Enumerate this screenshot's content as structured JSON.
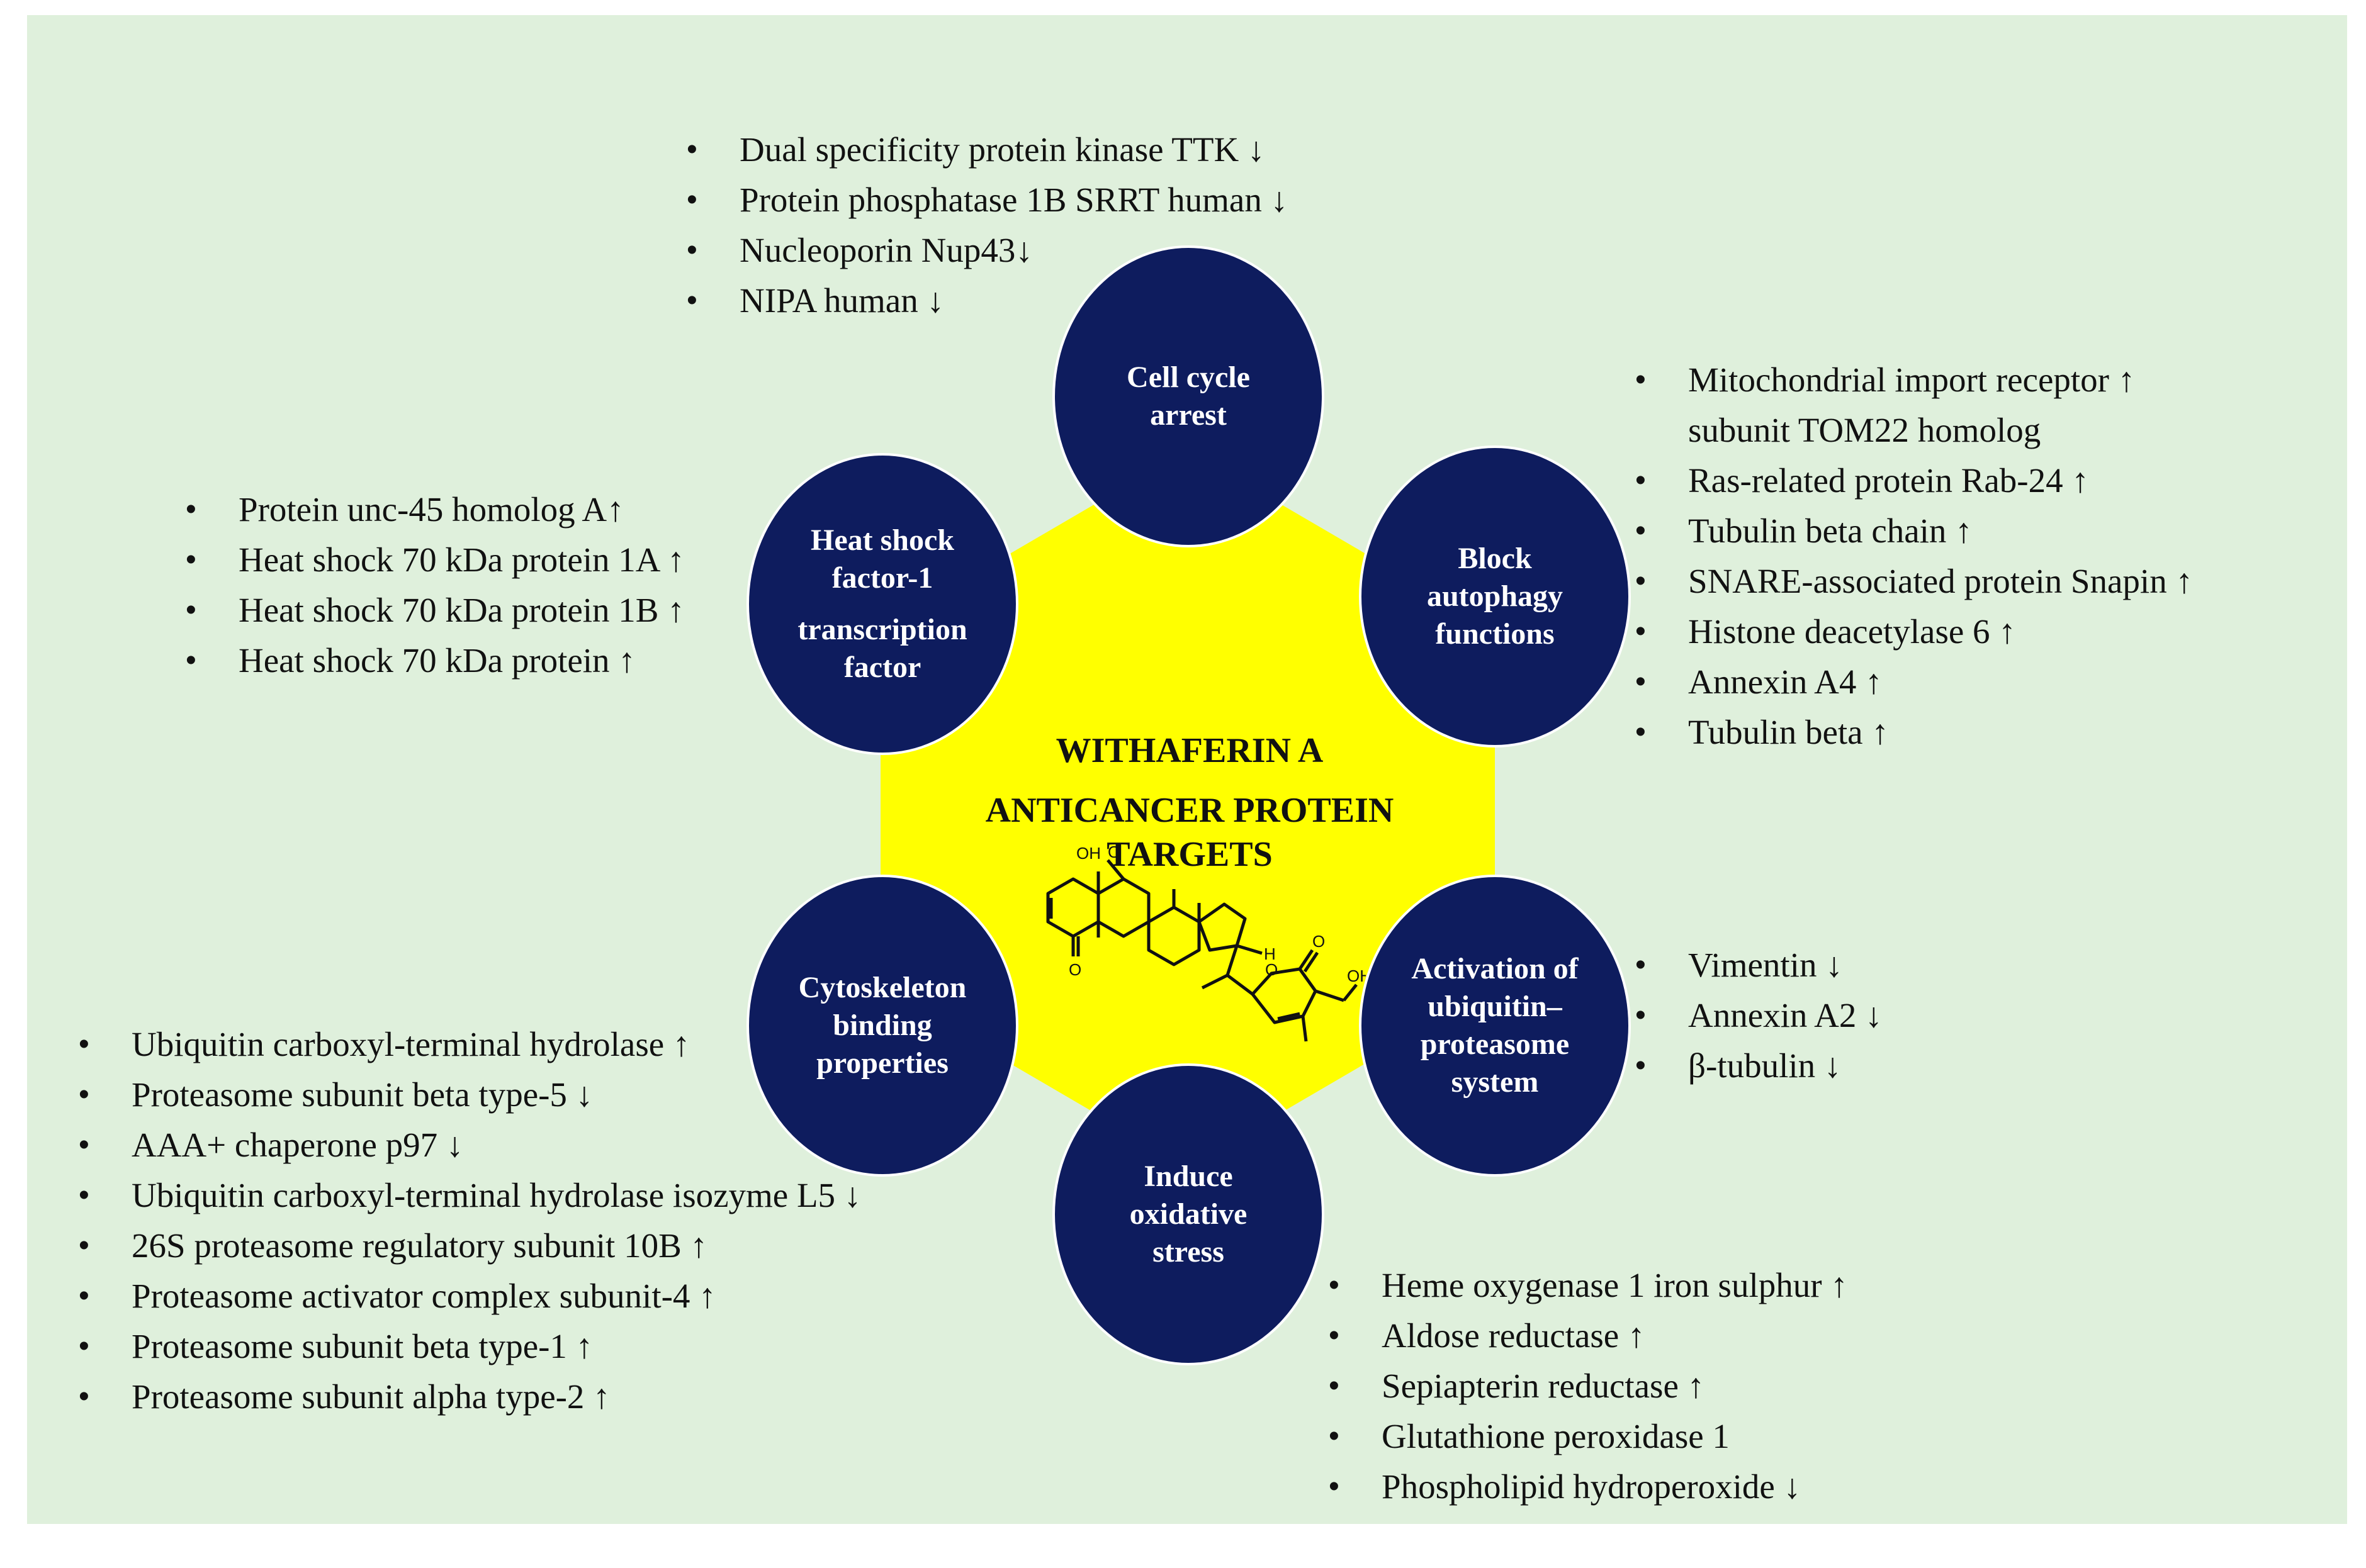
{
  "center": {
    "title_line1": "WITHAFERIN A",
    "title_line2": "ANTICANCER PROTEIN",
    "title_line3": "TARGETS",
    "molecule_labels": {
      "oh1": "OH",
      "o1": "O",
      "o2": "O",
      "o3": "O",
      "o4": "O",
      "oh2": "OH",
      "h": "H"
    }
  },
  "colors": {
    "background": "#dff0dc",
    "hexagon": "#ffff00",
    "node": "#0e1c5e",
    "node_text": "#ffffff"
  },
  "nodes": {
    "cell_cycle": {
      "lines": [
        "Cell cycle",
        "arrest"
      ]
    },
    "block_autophagy": {
      "lines": [
        "Block",
        "autophagy",
        "functions"
      ]
    },
    "ubiquitin": {
      "lines": [
        "Activation of",
        "ubiquitin–",
        "proteasome",
        "system"
      ]
    },
    "oxidative": {
      "lines": [
        "Induce",
        "oxidative",
        "stress"
      ]
    },
    "cytoskeleton": {
      "lines": [
        "Cytoskeleton",
        "binding",
        "properties"
      ]
    },
    "heat_shock": {
      "lines": [
        "Heat shock",
        "factor-1",
        "transcription",
        "factor"
      ]
    }
  },
  "lists": {
    "cell_cycle": [
      "Dual specificity protein kinase TTK ↓",
      "Protein phosphatase 1B SRRT human ↓",
      "Nucleoporin Nup43↓",
      "NIPA human ↓"
    ],
    "block_autophagy": [
      "Mitochondrial import receptor ↑",
      "subunit TOM22 homolog",
      "Ras-related protein Rab-24 ↑",
      "Tubulin beta chain ↑",
      "SNARE-associated protein Snapin ↑",
      "Histone deacetylase 6 ↑",
      "Annexin A4 ↑",
      "Tubulin beta ↑"
    ],
    "ubiquitin": [
      "Vimentin ↓",
      "Annexin A2 ↓",
      "β-tubulin ↓"
    ],
    "oxidative": [
      "Heme oxygenase 1 iron sulphur ↑",
      "Aldose reductase ↑",
      "Sepiapterin reductase ↑",
      " Glutathione peroxidase 1",
      "Phospholipid hydroperoxide ↓"
    ],
    "cytoskeleton": [
      "Ubiquitin carboxyl-terminal hydrolase ↑",
      "Proteasome subunit beta type-5 ↓",
      "AAA+ chaperone p97 ↓",
      "Ubiquitin carboxyl-terminal hydrolase isozyme L5 ↓",
      "26S proteasome regulatory subunit 10B ↑",
      "Proteasome activator complex subunit-4 ↑",
      "Proteasome subunit beta type-1 ↑",
      "Proteasome subunit alpha type-2 ↑"
    ],
    "heat_shock": [
      "Protein unc-45 homolog A↑",
      "Heat shock 70 kDa protein 1A ↑",
      "Heat shock 70 kDa protein 1B ↑",
      "Heat shock 70 kDa protein ↑"
    ]
  }
}
